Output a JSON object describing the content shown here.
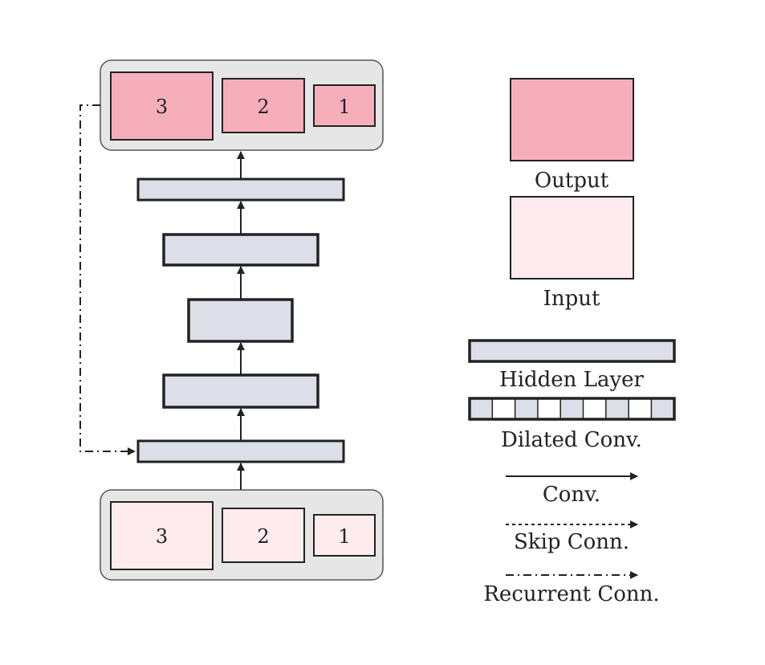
{
  "diagram": {
    "output_group": {
      "boxes": [
        "3",
        "2",
        "1"
      ]
    },
    "input_group": {
      "boxes": [
        "3",
        "2",
        "1"
      ]
    },
    "hidden_layers": 5
  },
  "legend": {
    "output_label": "Output",
    "input_label": "Input",
    "hidden_label": "Hidden Layer",
    "dilated_label": "Dilated Conv.",
    "conv_label": "Conv.",
    "skip_label": "Skip Conn.",
    "recurrent_label": "Recurrent Conn."
  },
  "colors": {
    "output_fill": "#f7aebb",
    "input_fill": "#fdebee",
    "hidden_fill": "#dcdfe8",
    "group_bg": "#e6e6e6",
    "stroke": "#222222"
  }
}
